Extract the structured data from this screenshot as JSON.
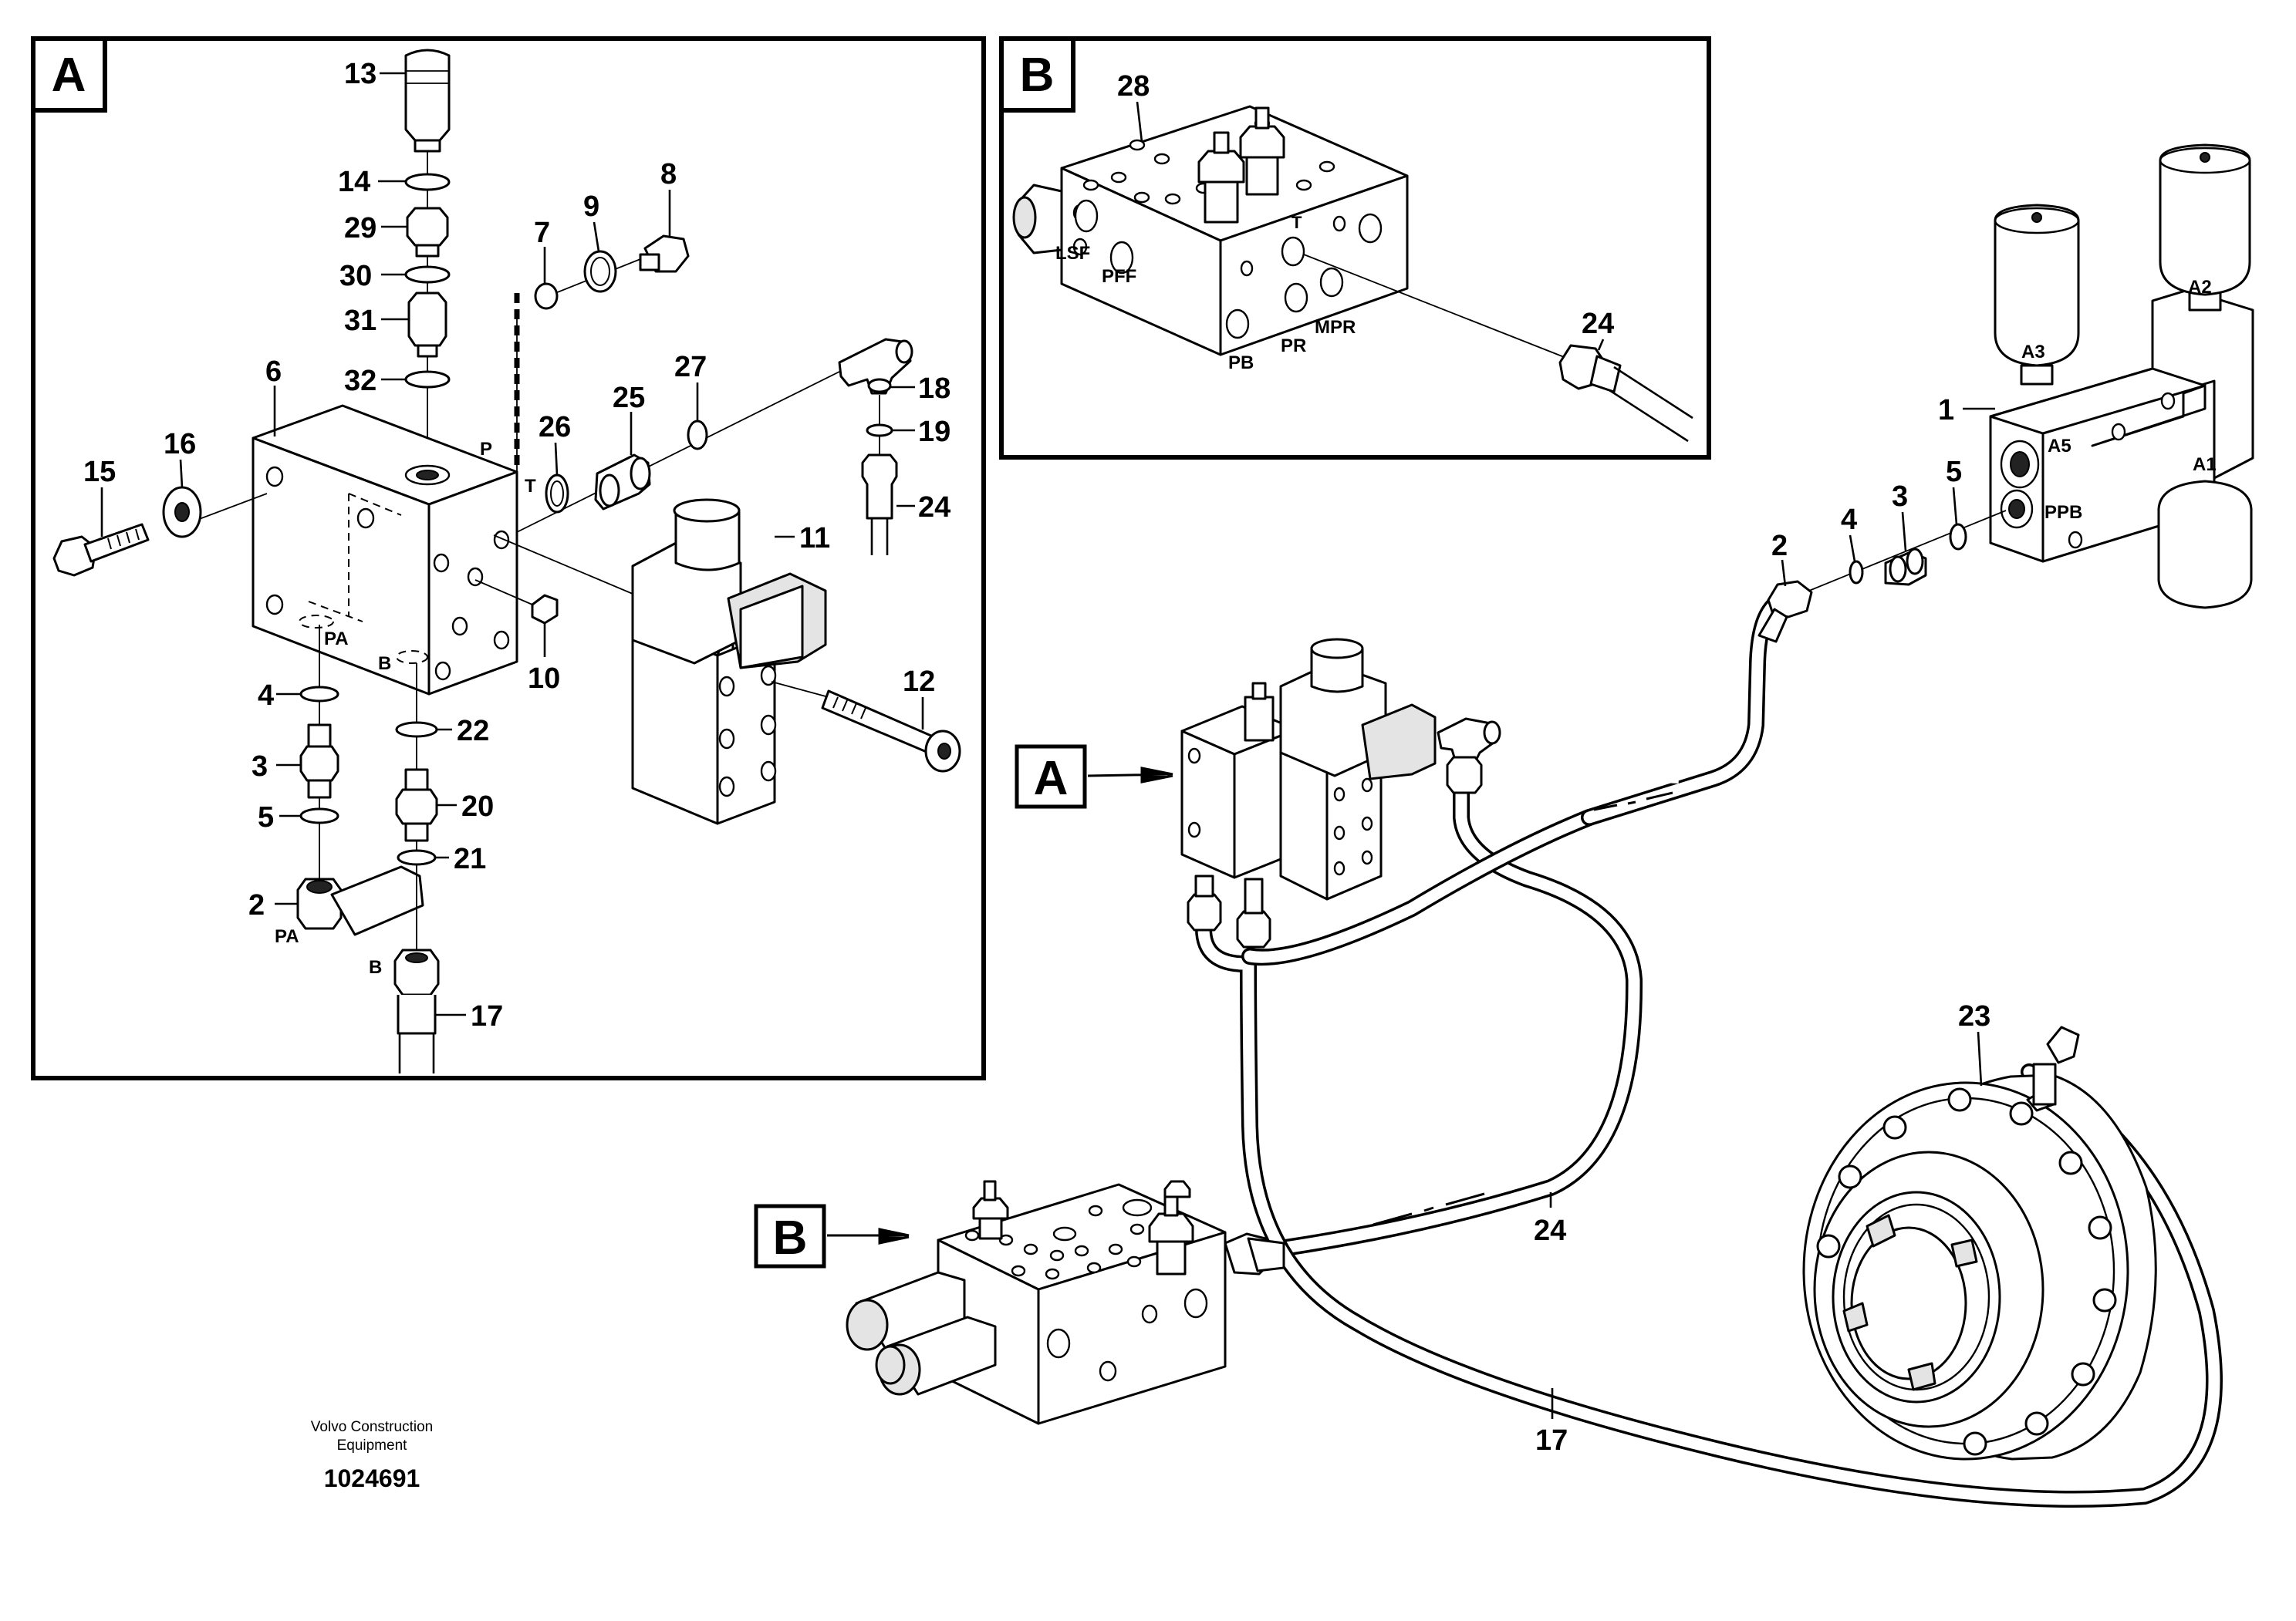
{
  "figure": {
    "credit_line1": "Volvo Construction",
    "credit_line2": "Equipment",
    "document_number": "1024691"
  },
  "panel_a": {
    "letter": "A",
    "callouts": [
      "13",
      "14",
      "29",
      "30",
      "31",
      "32",
      "8",
      "9",
      "7",
      "6",
      "16",
      "15",
      "26",
      "25",
      "27",
      "18",
      "19",
      "24",
      "11",
      "10",
      "4",
      "3",
      "5",
      "2",
      "22",
      "20",
      "21",
      "17",
      "12"
    ],
    "ports": {
      "p": "P",
      "t": "T",
      "pa": "PA",
      "b": "B",
      "pa2": "PA",
      "b2": "B"
    }
  },
  "panel_b": {
    "letter": "B",
    "callouts": {
      "block": "28",
      "hose": "24"
    },
    "ports": {
      "lsf": "LSF",
      "pff": "PFF",
      "t": "T",
      "pb": "PB",
      "pr": "PR",
      "mpr": "MPR"
    }
  },
  "overview": {
    "tag_a": "A",
    "tag_b": "B",
    "callouts": {
      "accumulator_block": "1",
      "hose_top": "2",
      "ring_4": "4",
      "nipple_3": "3",
      "ring_5": "5",
      "brake": "23",
      "hose_24": "24",
      "hose_17": "17"
    },
    "ports": {
      "a3": "A3",
      "a2": "A2",
      "a5": "A5",
      "a1": "A1",
      "ppb": "PPB"
    }
  }
}
